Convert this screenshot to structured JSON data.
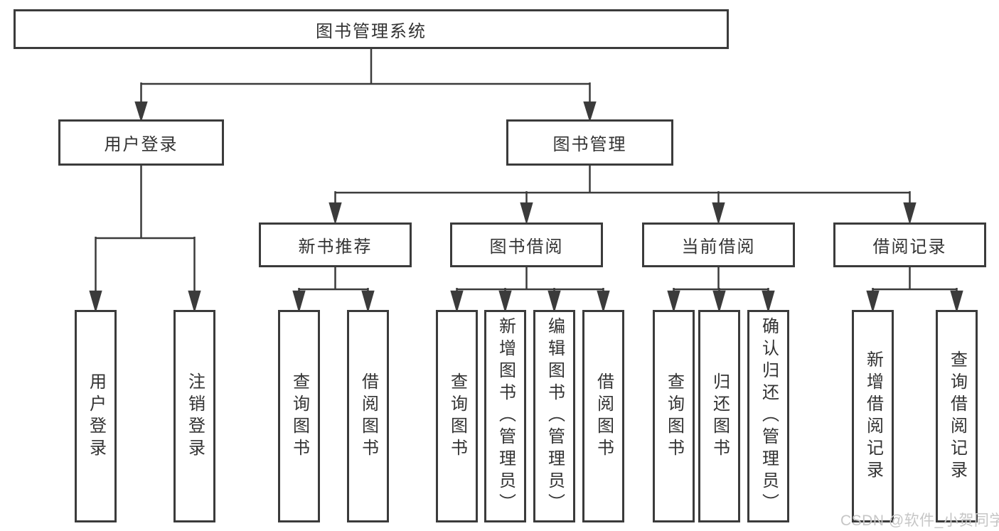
{
  "diagram": {
    "root": "图书管理系统",
    "branches": {
      "user_login": {
        "label": "用户登录",
        "children": [
          "用户登录",
          "注销登录"
        ]
      },
      "book_management": {
        "label": "图书管理",
        "sections": {
          "new_book_recommend": {
            "label": "新书推荐",
            "children": [
              "查询图书",
              "借阅图书"
            ]
          },
          "book_borrowing": {
            "label": "图书借阅",
            "children": [
              "查询图书",
              "新增图书（管理员）",
              "编辑图书（管理员）",
              "借阅图书"
            ]
          },
          "current_borrowing": {
            "label": "当前借阅",
            "children": [
              "查询图书",
              "归还图书",
              "确认归还（管理员）"
            ]
          },
          "borrowing_records": {
            "label": "借阅记录",
            "children": [
              "新增借阅记录",
              "查询借阅记录"
            ]
          }
        }
      }
    }
  },
  "watermark": "CSDN @软件_小贺同学",
  "colors": {
    "line": "#3b3b3b",
    "text": "#333333",
    "watermark": "#c6c6c6",
    "background": "#ffffff"
  }
}
